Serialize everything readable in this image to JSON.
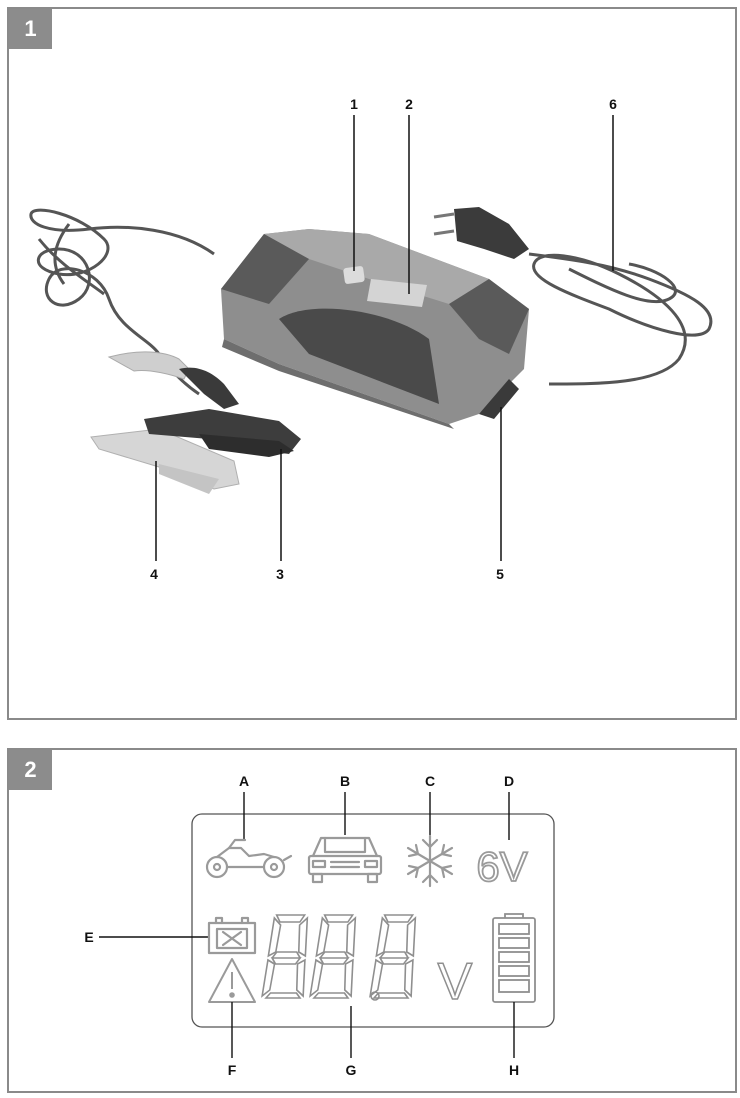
{
  "figure1": {
    "tag": "1",
    "callouts": [
      "1",
      "2",
      "6",
      "4",
      "3",
      "5"
    ]
  },
  "figure2": {
    "tag": "2",
    "top_labels": [
      "A",
      "B",
      "C",
      "D"
    ],
    "side_label": "E",
    "bottom_labels": [
      "F",
      "G",
      "H"
    ],
    "voltage_icon_text": "6V",
    "digits": "88.8",
    "unit": "V"
  }
}
